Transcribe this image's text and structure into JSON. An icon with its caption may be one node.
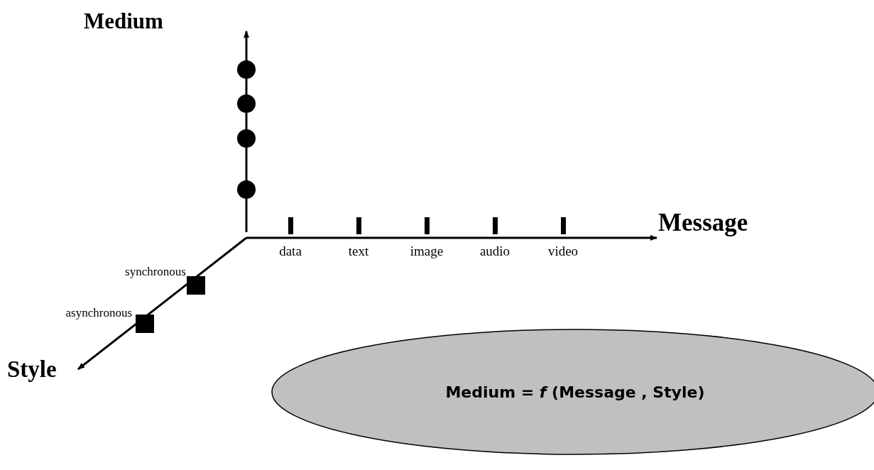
{
  "diagram": {
    "nodes": [
      {
        "text": [
          "Medium = *f* (Message , Style)"
        ]
      }
    ],
    "edges": [],
    "labels": [
      "Medium",
      "Message",
      "data",
      "text",
      "image",
      "audio",
      "video",
      "synchronous",
      "asynchronous",
      "Style"
    ]
  }
}
